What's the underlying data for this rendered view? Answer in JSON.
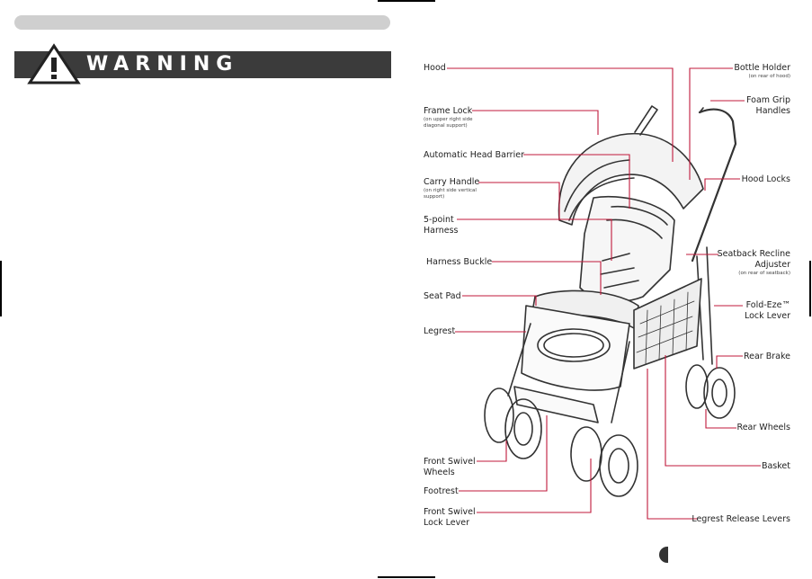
{
  "warning": {
    "title": "WARNING"
  },
  "labels": {
    "hood": "Hood",
    "frame_lock": "Frame Lock",
    "frame_lock_note": "(on upper right side diagonal support)",
    "head_barrier": "Automatic Head Barrier",
    "carry_handle": "Carry Handle",
    "carry_handle_note": "(on right side vertical support)",
    "five_point_1": "5-point",
    "five_point_2": "Harness",
    "harness_buckle": "Harness Buckle",
    "seat_pad": "Seat Pad",
    "legrest": "Legrest",
    "front_swivel_wheels_1": "Front Swivel",
    "front_swivel_wheels_2": "Wheels",
    "footrest": "Footrest",
    "front_swivel_lock_1": "Front Swivel",
    "front_swivel_lock_2": "Lock Lever",
    "bottle_holder": "Bottle Holder",
    "bottle_holder_note": "(on rear of hood)",
    "foam_grip_1": "Foam Grip",
    "foam_grip_2": "Handles",
    "hood_locks": "Hood Locks",
    "seatback_1": "Seatback Recline",
    "seatback_2": "Adjuster",
    "seatback_note": "(on rear of seatback)",
    "fold_eze_1": "Fold-Eze™",
    "fold_eze_2": "Lock Lever",
    "rear_brake": "Rear Brake",
    "rear_wheels": "Rear Wheels",
    "basket": "Basket",
    "legrest_release": "Legrest Release Levers"
  },
  "colors": {
    "callout": "#c0193b",
    "banner": "#3b3b3b",
    "pill": "#cfcfcf"
  }
}
